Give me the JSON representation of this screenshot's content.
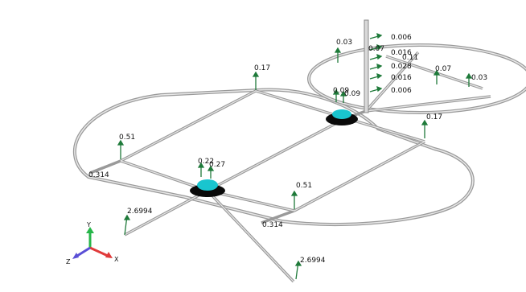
{
  "viewport": {
    "background": "#ffffff"
  },
  "colors": {
    "structure": "#9a9a9a",
    "structure_fill": "#d8d8d8",
    "arrow": "#1f7a3a",
    "hub": "#19c5cf",
    "hub_body": "#0a0a0a",
    "axis_x": "#e03a3a",
    "axis_y": "#27b64a",
    "axis_z": "#5a4fd6"
  },
  "load_labels": [
    "0.006",
    "0.016",
    "0.03",
    "0.07",
    "0.11",
    "0.028",
    "0.016",
    "0.006",
    "0.07",
    "0.03",
    "0.17",
    "0.09",
    "0.09",
    "0.17",
    "0.51",
    "0.314",
    "0.22",
    "0.27",
    "0.51",
    "2.6994",
    "0.314",
    "2.6994"
  ],
  "axes": {
    "x": "X",
    "y": "Y",
    "z": "Z"
  }
}
